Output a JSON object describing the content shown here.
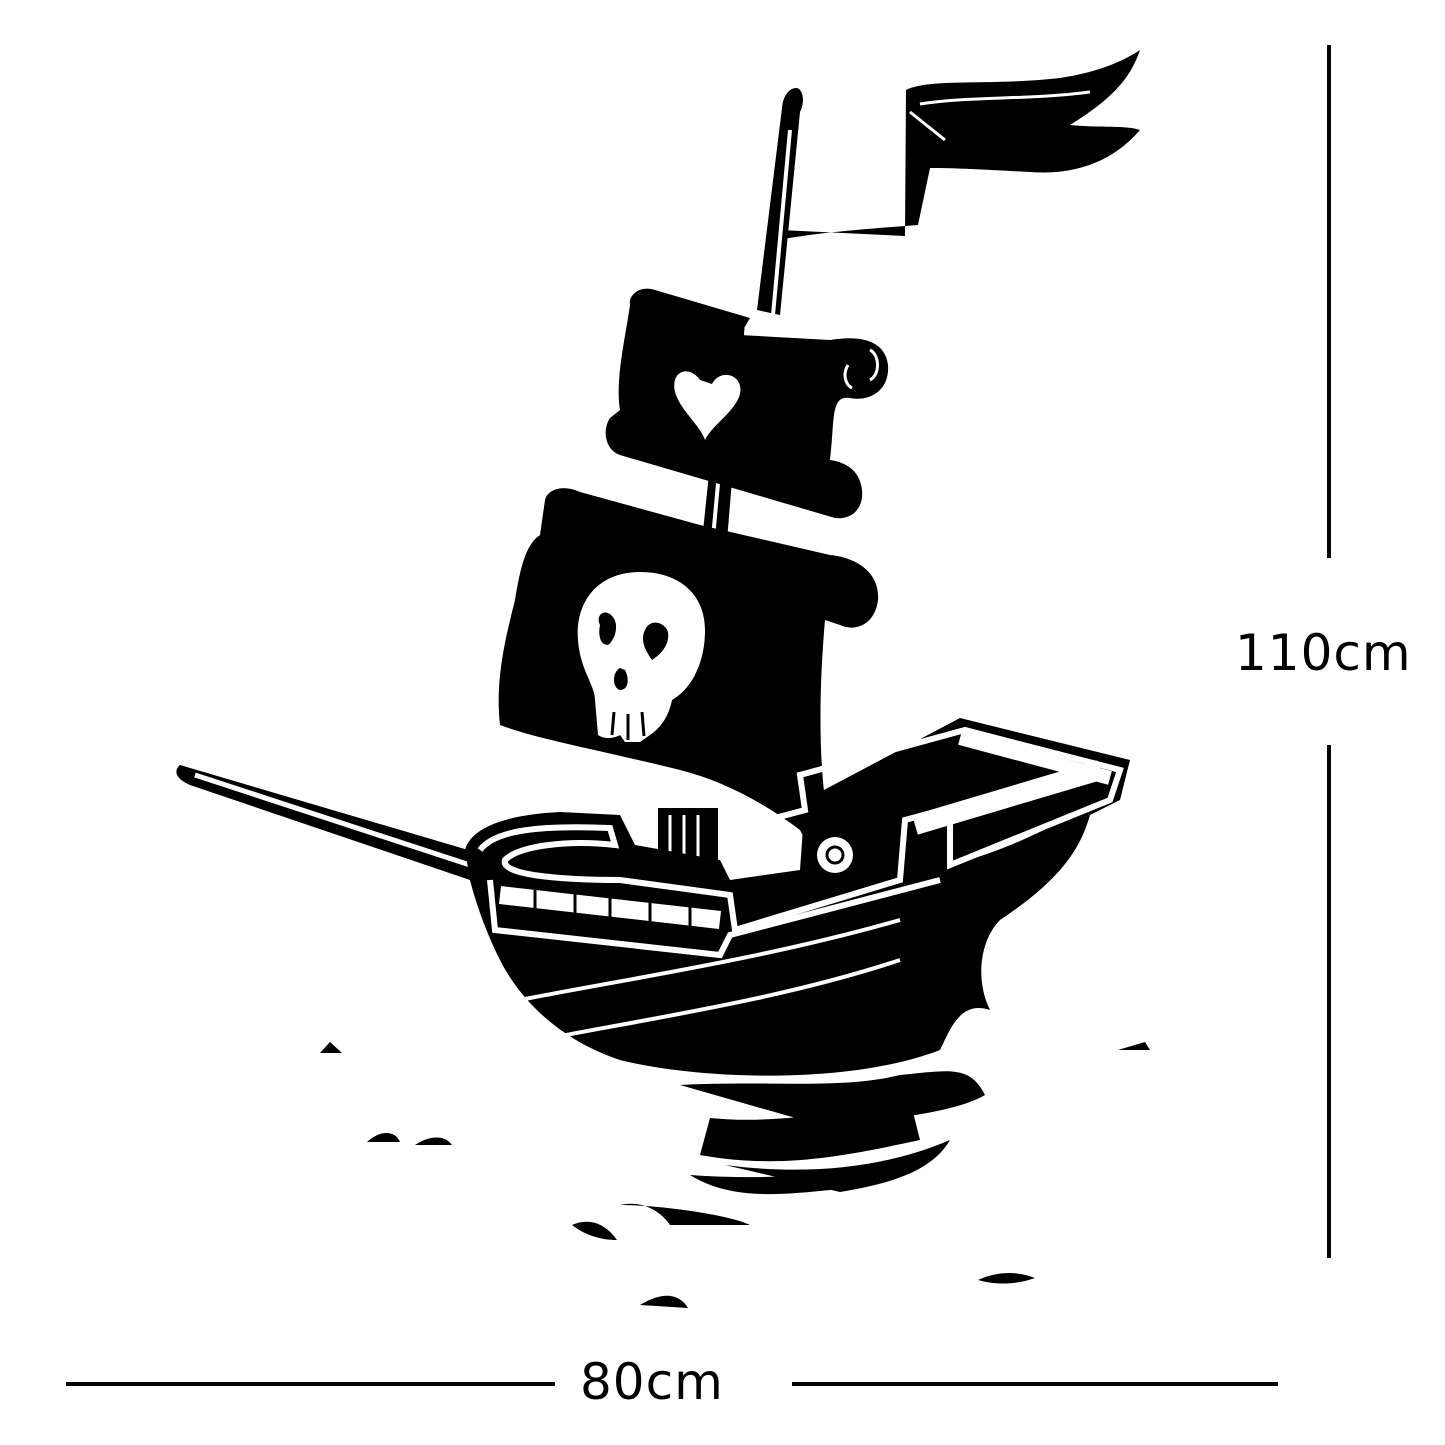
{
  "illustration": {
    "subject": "pirate ship wall decal",
    "ink_color": "#000000",
    "background_color": "#ffffff",
    "sail_emblems": [
      "heart",
      "skull"
    ]
  },
  "dimensions": {
    "height_label": "110cm",
    "width_label": "80cm"
  }
}
